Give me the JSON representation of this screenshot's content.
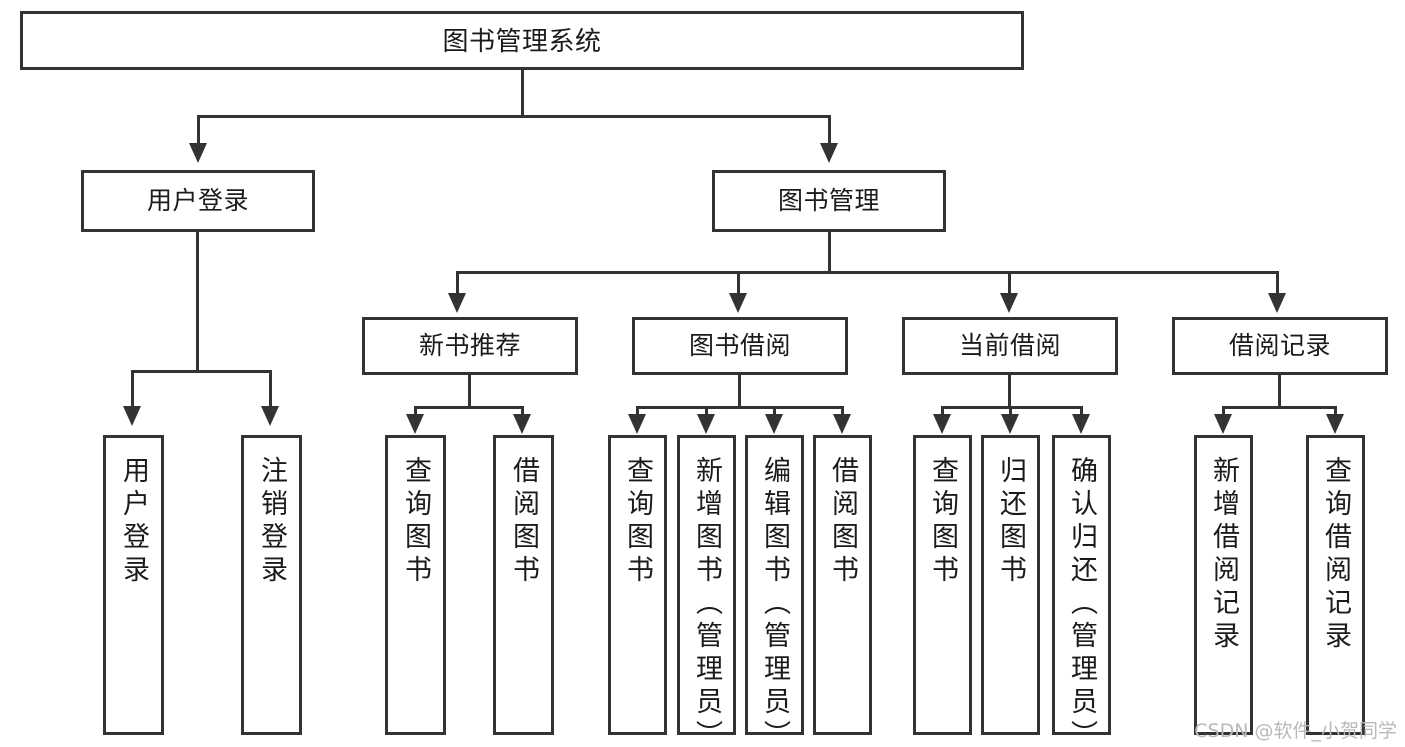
{
  "diagram": {
    "title": "图书管理系统",
    "type": "tree",
    "watermark": "CSDN @软件_小贺同学",
    "root": {
      "label": "图书管理系统"
    },
    "level2": [
      {
        "label": "用户登录"
      },
      {
        "label": "图书管理"
      }
    ],
    "level3": [
      {
        "label": "新书推荐"
      },
      {
        "label": "图书借阅"
      },
      {
        "label": "当前借阅"
      },
      {
        "label": "借阅记录"
      }
    ],
    "leaves": {
      "user_login": [
        {
          "label": "用户登录"
        },
        {
          "label": "注销登录"
        }
      ],
      "new_book_recommend": [
        {
          "label": "查询图书"
        },
        {
          "label": "借阅图书"
        }
      ],
      "book_borrow": [
        {
          "label": "查询图书"
        },
        {
          "label": "新增图书（管理员）"
        },
        {
          "label": "编辑图书（管理员）"
        },
        {
          "label": "借阅图书"
        }
      ],
      "current_borrow": [
        {
          "label": "查询图书"
        },
        {
          "label": "归还图书"
        },
        {
          "label": "确认归还（管理员）"
        }
      ],
      "borrow_record": [
        {
          "label": "新增借阅记录"
        },
        {
          "label": "查询借阅记录"
        }
      ]
    },
    "colors": {
      "stroke": "#333333",
      "fill": "#ffffff",
      "text": "#1b1b1b",
      "watermark": "#b9b9b9"
    }
  }
}
